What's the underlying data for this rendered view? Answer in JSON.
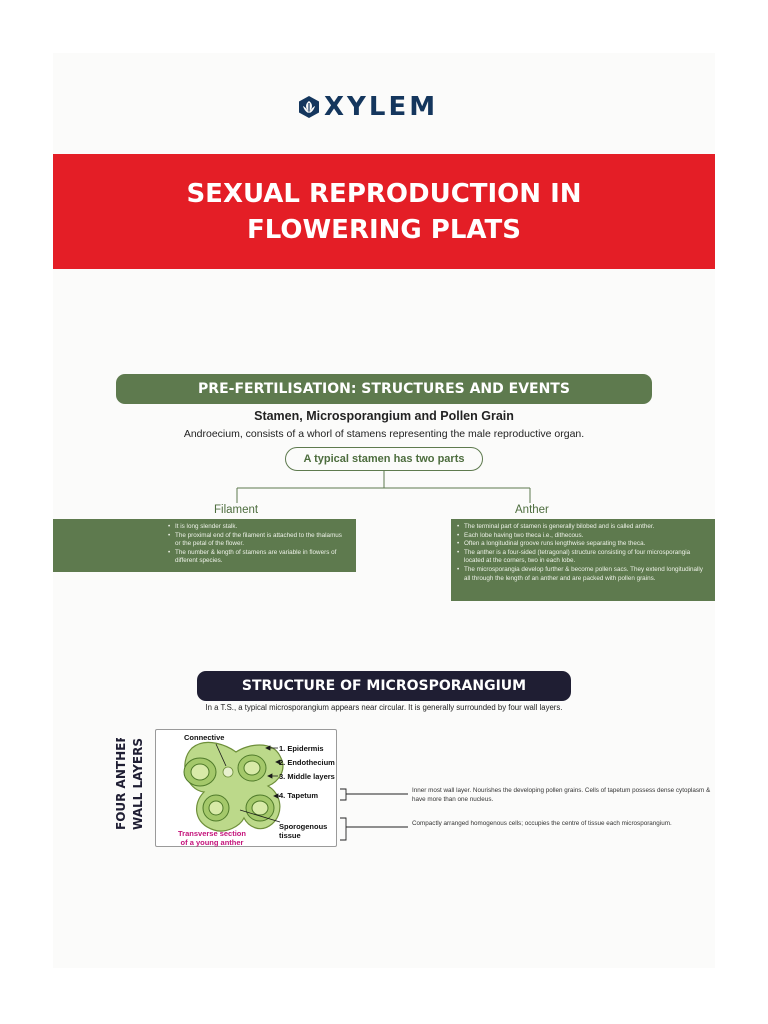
{
  "brand": {
    "name": "XYLEM",
    "color": "#14365d",
    "mark": "leaf-logo-icon"
  },
  "banner": {
    "line1": "SEXUAL REPRODUCTION IN",
    "line2": "FLOWERING PLATS",
    "color": "#e41e26"
  },
  "section1": {
    "title": "PRE-FERTILISATION: STRUCTURES AND EVENTS",
    "subtitle": "Stamen, Microsporangium and Pollen Grain",
    "intro": "Androecium, consists of a whorl of stamens representing the male reproductive organ.",
    "pill": "A typical stamen has two parts",
    "filament": {
      "label": "Filament",
      "points": [
        "It is long slender stalk.",
        "The proximal end of the filament is attached to the thalamus or the petal of the flower.",
        "The number & length of stamens are variable in flowers of different species."
      ]
    },
    "anther": {
      "label": "Anther",
      "points": [
        "The terminal part of stamen is generally bilobed and is called anther.",
        "Each lobe having two theca i.e., dithecous.",
        "Often a longitudinal groove runs lengthwise separating the theca.",
        "The anther is a four-sided (tetragonal) structure consisting of four microsporangia located at the corners, two in each lobe.",
        "The microsporangia develop further & become pollen sacs. They extend longitudinally all through the length of an anther and are packed with pollen grains."
      ]
    },
    "accent": "#5e7a4e"
  },
  "section2": {
    "title": "STRUCTURE OF MICROSPORANGIUM",
    "intro": "In a T.S., a typical microsporangium appears near circular. It is generally surrounded by four wall layers.",
    "side_label_line1": "FOUR ANTHER",
    "side_label_line2": "WALL LAYERS",
    "figure": {
      "connective": "Connective",
      "layers": [
        "1. Epidermis",
        "2. Endothecium",
        "3. Middle layers",
        "4. Tapetum"
      ],
      "sporogenous_line1": "Sporogenous",
      "sporogenous_line2": "tissue",
      "caption_line1": "Transverse section",
      "caption_line2": "of a young anther"
    },
    "tapetum_note": "Inner most wall layer. Nourishes the developing pollen grains. Cells of tapetum possess dense cytoplasm & have more than one nucleus.",
    "sporogenous_note": "Compactly arranged homogenous cells; occupies the centre of tissue each microsporangium.",
    "accent": "#1f1e33"
  }
}
